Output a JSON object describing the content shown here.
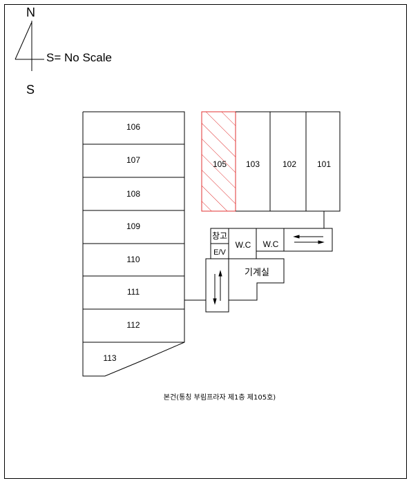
{
  "compass": {
    "north": "N",
    "south": "S",
    "scale_note": "S= No Scale"
  },
  "units": {
    "u106": "106",
    "u107": "107",
    "u108": "108",
    "u109": "109",
    "u110": "110",
    "u111": "111",
    "u112": "112",
    "u113": "113",
    "u105": "105",
    "u103": "103",
    "u102": "102",
    "u101": "101"
  },
  "facilities": {
    "storage": "창고",
    "elevator": "E/V",
    "wc1": "W.C",
    "wc2": "W.C",
    "machine_room": "기계실"
  },
  "caption": "본건(통칭 부림프라자 제1층 제105호)",
  "colors": {
    "line": "#000000",
    "highlight": "#e03030"
  }
}
